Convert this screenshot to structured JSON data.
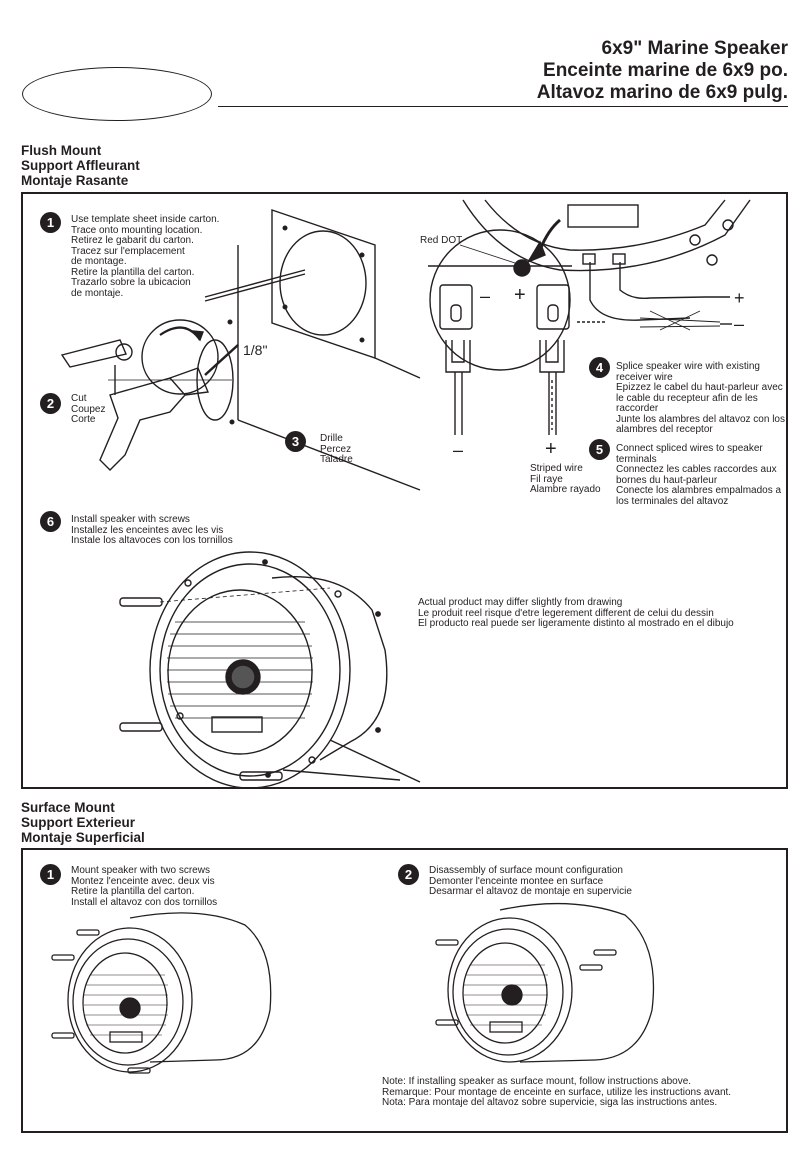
{
  "header": {
    "logo_text": "",
    "titles": [
      "6x9\" Marine Speaker",
      "Enceinte marine de 6x9 po.",
      "Altavoz marino de 6x9 pulg."
    ]
  },
  "flush_mount": {
    "heading": [
      "Flush Mount",
      "Support Affleurant",
      "Montaje Rasante"
    ],
    "step1": {
      "num": "1",
      "lines": [
        "Use template sheet inside carton.",
        "Trace onto mounting location.",
        "Retirez le gabarit du carton.",
        "Tracez sur l'emplacement",
        "de montage.",
        "Retire la plantilla del carton.",
        "Trazarlo sobre la ubicacion",
        "de montaje."
      ]
    },
    "step2": {
      "num": "2",
      "lines": [
        "Cut",
        "Coupez",
        "Corte"
      ]
    },
    "step3": {
      "num": "3",
      "lines": [
        "Drille",
        "Percez",
        "Taladre"
      ]
    },
    "drill_size": "1/8\"",
    "red_dot_label": "Red DOT",
    "minus": "–",
    "plus": "+",
    "striped_wire": [
      "Striped wire",
      "Fil raye",
      "Alambre rayado"
    ],
    "step4": {
      "num": "4",
      "lines": [
        "Splice speaker wire with existing",
        "receiver wire",
        "Epizzez le cabel du haut-parleur avec",
        "le cable du recepteur afin de les",
        "raccorder",
        "Junte los alambres del altavoz con los",
        "alambres del receptor"
      ]
    },
    "step5": {
      "num": "5",
      "lines": [
        "Connect spliced wires to speaker",
        "terminals",
        "Connectez les cables raccordes aux",
        "bornes du haut-parleur",
        "Conecte los alambres empalmados a",
        "los terminales del altavoz"
      ]
    },
    "step6": {
      "num": "6",
      "lines": [
        "Install speaker with screws",
        "Installez les enceintes avec les vis",
        "Instale los altavoces con los tornillos"
      ]
    },
    "disclaimer": [
      "Actual product may differ slightly from drawing",
      "Le produit reel risque d'etre legerement different de celui du dessin",
      "El producto real puede ser ligeramente distinto al mostrado en el dibujo"
    ]
  },
  "surface_mount": {
    "heading": [
      "Surface Mount",
      "Support Exterieur",
      "Montaje Superficial"
    ],
    "step1": {
      "num": "1",
      "lines": [
        "Mount speaker with two screws",
        "Montez l'enceinte avec. deux vis",
        "Retire la plantilla del carton.",
        "Install el altavoz con dos tornillos"
      ]
    },
    "step2": {
      "num": "2",
      "lines": [
        "Disassembly of surface mount configuration",
        "Demonter l'enceinte montee en surface",
        "Desarmar el altavoz de montaje en supervicie"
      ]
    },
    "note": [
      "Note:  If installing speaker as surface mount, follow instructions above.",
      "Remarque:  Pour montage de enceinte en surface, utilize les instructions avant.",
      "Nota:  Para montaje del altavoz sobre supervicie, siga las instructions antes."
    ]
  }
}
